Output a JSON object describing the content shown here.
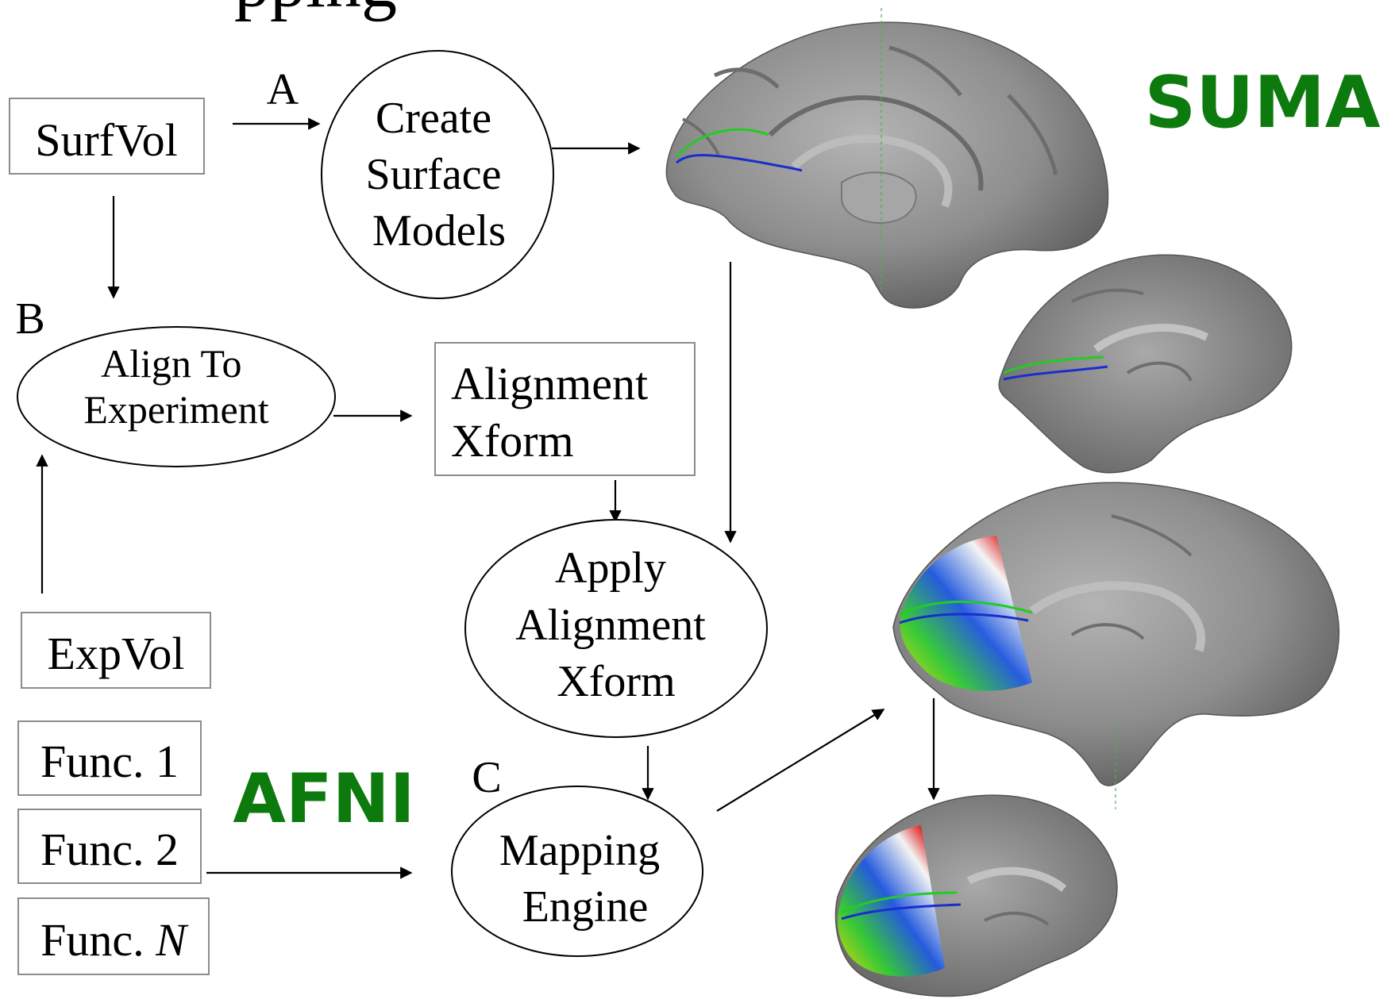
{
  "title_fragment": "pping",
  "labels": {
    "suma": "SUMA",
    "afni": "AFNI",
    "step_a": "A",
    "step_b": "B",
    "step_c": "C"
  },
  "colors": {
    "brand_green": "#0d7a0d",
    "brain_gray": "#8a8a8a",
    "box_border": "#8c8c8c"
  },
  "nodes": {
    "surfvol": "SurfVol",
    "create_surface": [
      "Create",
      "Surface",
      "Models"
    ],
    "align_to_experiment": [
      "Align To",
      "Experiment"
    ],
    "alignment_xform": [
      "Alignment",
      "Xform"
    ],
    "apply_alignment": [
      "Apply",
      "Alignment",
      "Xform"
    ],
    "expvol": "ExpVol",
    "func1": "Func. 1",
    "func2": "Func. 2",
    "funcN_prefix": "Func. ",
    "funcN_var": "N",
    "mapping_engine": [
      "Mapping",
      "Engine"
    ]
  },
  "images": [
    {
      "name": "brain-surface-medial",
      "overlay": "none"
    },
    {
      "name": "brain-surface-inflated",
      "overlay": "none"
    },
    {
      "name": "brain-surface-functional",
      "overlay": "color-map"
    },
    {
      "name": "brain-inflated-functional",
      "overlay": "color-map"
    }
  ]
}
